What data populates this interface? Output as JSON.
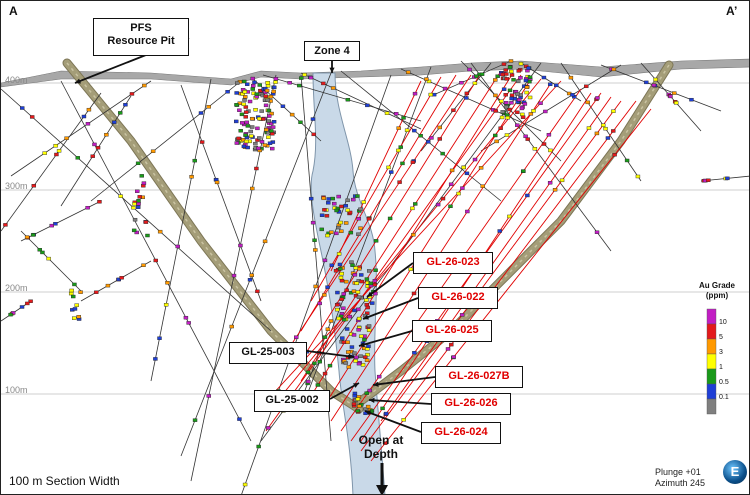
{
  "corners": {
    "left": "A",
    "right": "A’"
  },
  "elevations": [
    "400m",
    "300m",
    "200m",
    "100m"
  ],
  "labels": {
    "pit": "PFS\nResource Pit",
    "zone": "Zone 4",
    "gl_26_023": "GL-26-023",
    "gl_26_022": "GL-26-022",
    "gl_26_025": "GL-26-025",
    "gl_25_003": "GL-25-003",
    "gl_26_027b": "GL-26-027B",
    "gl_25_002": "GL-25-002",
    "gl_26_026": "GL-26-026",
    "gl_26_024": "GL-26-024",
    "open_depth": "Open at\nDepth"
  },
  "legend": {
    "title": "Au Grade\n(ppm)",
    "items": [
      {
        "label": "10",
        "color": "#c21ec4"
      },
      {
        "label": "5",
        "color": "#e31a1c"
      },
      {
        "label": "3",
        "color": "#ff9900"
      },
      {
        "label": "1",
        "color": "#ffff00"
      },
      {
        "label": "0.5",
        "color": "#1a9a1a"
      },
      {
        "label": "0.1",
        "color": "#1f3fd6"
      },
      {
        "label": "",
        "color": "#7f7f7f"
      }
    ]
  },
  "footer": {
    "section_width": "100 m Section Width",
    "plunge": "Plunge +01",
    "azimuth": "Azimuth 245",
    "logo_letter": "E"
  },
  "colors": {
    "new_holes": "#e00000",
    "old_holes": "#333333",
    "zone": "#c9d9e8",
    "fault": "#a49d78"
  }
}
